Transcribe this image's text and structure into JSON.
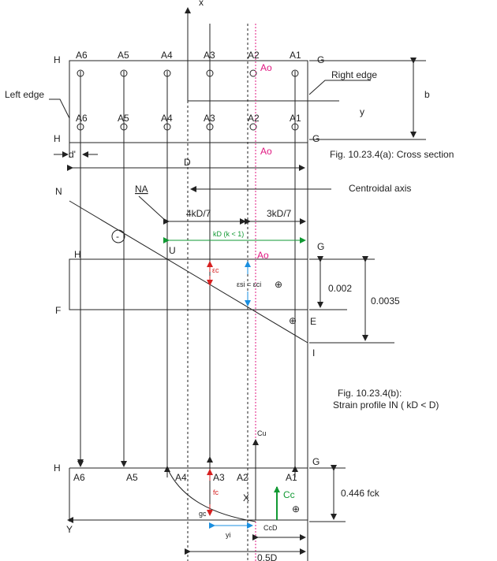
{
  "colors": {
    "ink": "#222222",
    "magenta": "#e01880",
    "green": "#119933",
    "red": "#d62020",
    "blue": "#1a8fe0"
  },
  "cross_section": {
    "axis_x": "x",
    "axis_y": "y",
    "corner_h_top": "H",
    "corner_g_top": "G",
    "corner_h_bottom": "H",
    "corner_g_bottom": "G",
    "bar_labels_top": [
      "A6",
      "A5",
      "A4",
      "A3",
      "A2",
      "A1"
    ],
    "bar_labels_bottom": [
      "A6",
      "A5",
      "A4",
      "A3",
      "A2",
      "A1"
    ],
    "ao_top": "Ao",
    "ao_bottom": "Ao",
    "left_edge": "Left edge",
    "right_edge": "Right edge",
    "width_b": "b",
    "cover_d": "d'",
    "depth_D": "D",
    "caption": "Fig. 10.23.4(a): Cross section"
  },
  "strain_profile": {
    "N": "N",
    "NA": "NA",
    "centroidal_axis": "Centroidal axis",
    "dim_4kd7": "4kD/7",
    "dim_3kd7": "3kD/7",
    "kd_label": "kD (k < 1)",
    "minus": "-",
    "H": "H",
    "U": "U",
    "G": "G",
    "Ao": "Ao",
    "F": "F",
    "E": "E",
    "I": "I",
    "eps_c": "εc",
    "eps_eq": "εsi = εci",
    "plus": "⊕",
    "val_0002": "0.002",
    "val_00035": "0.0035",
    "caption_1": "Fig. 10.23.4(b):",
    "caption_2": "Strain profile IN ( kD < D)"
  },
  "stress_block": {
    "H": "H",
    "G": "G",
    "bar_labels": [
      "A6",
      "A5",
      "A4",
      "A3",
      "A2",
      "A1"
    ],
    "Cu": "Cu",
    "fc": "fc",
    "X": "X",
    "Cc": "Cc",
    "val_0446": "0.446 fck",
    "gc": "gc",
    "Y": "Y",
    "yi": "yi",
    "CcD": "CcD",
    "half_D": "0.5D",
    "plus": "⊕"
  }
}
